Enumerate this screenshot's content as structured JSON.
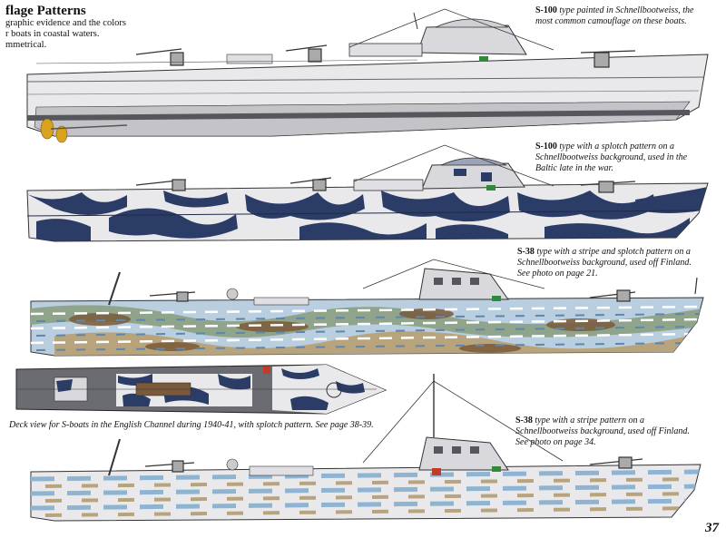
{
  "page": {
    "title": "flage Patterns",
    "intro_lines": [
      "graphic evidence and the colors",
      "r boats in coastal waters.",
      "mmetrical."
    ],
    "page_number": "37"
  },
  "captions": [
    {
      "lead": "S-100",
      "lines": [
        " type painted in Schnellbootweiss, the",
        "most common camouflage on these boats."
      ]
    },
    {
      "lead": "S-100",
      "lines": [
        " type with a splotch pattern on a",
        "Schnellbootweiss background, used in the",
        "Baltic late in the war."
      ]
    },
    {
      "lead": "S-38",
      "lines": [
        " type with a stripe and splotch pattern on a",
        "Schnellbootweiss background, used off Finland.",
        "See photo on page 21."
      ]
    },
    {
      "lead": "",
      "lines": [
        "Deck view for S-boats in the English Channel during 1940-41, with splotch pattern. See page 38-39."
      ]
    },
    {
      "lead": "S-38",
      "lines": [
        " type with a stripe pattern on a",
        "Schnellbootweiss background, used off Finland.",
        "See photo on page 34."
      ]
    }
  ],
  "colors": {
    "hull_white": "#e9e9ec",
    "hull_grey": "#c4c4c8",
    "dark_grey": "#55575c",
    "navy": "#2b3c66",
    "sky_blue": "#8fb4d2",
    "tan": "#b7a37c",
    "sage": "#8fa48a",
    "brown": "#7a5a3a",
    "screw_gold": "#d9a21f",
    "red": "#c23b2a",
    "green": "#2f8a3a"
  }
}
